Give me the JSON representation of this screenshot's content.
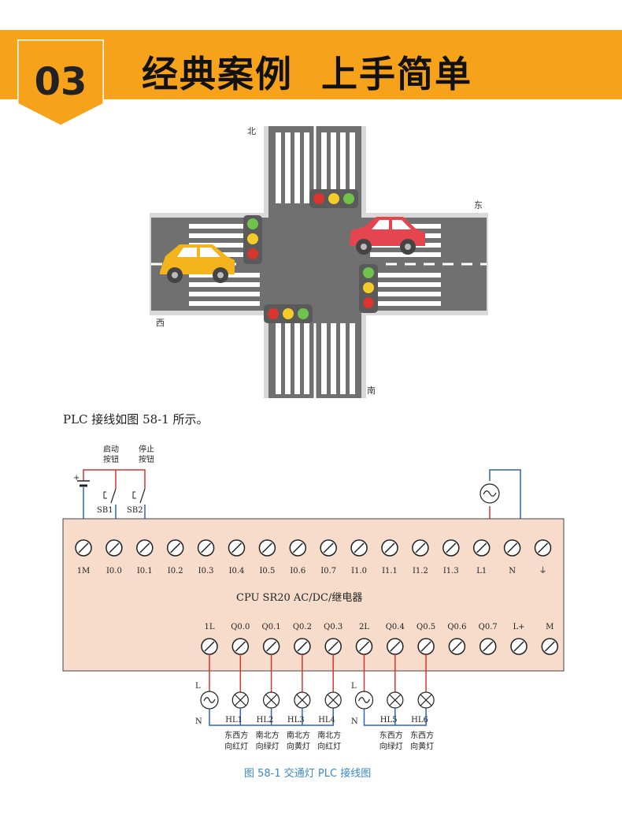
{
  "banner": {
    "number": "03",
    "title": "经典案例  上手简单",
    "accent_color": "#f6a21b"
  },
  "intersection": {
    "north": "北",
    "east": "东",
    "west": "西",
    "south": "南"
  },
  "intro_text": "PLC 接线如图 58-1 所示。",
  "switches": {
    "start_label_1": "启动",
    "start_label_2": "按钮",
    "stop_label_1": "停止",
    "stop_label_2": "按钮",
    "plus": "+",
    "sb1": "SB1",
    "sb2": "SB2"
  },
  "plc": {
    "model": "CPU  SR20  AC/DC/继电器",
    "top_terminals": [
      "1M",
      "I0.0",
      "I0.1",
      "I0.2",
      "I0.3",
      "I0.4",
      "I0.5",
      "I0.6",
      "I0.7",
      "I1.0",
      "I1.1",
      "I1.2",
      "I1.3",
      "L1",
      "N",
      "⏚"
    ],
    "bottom_terminals": [
      "1L",
      "Q0.0",
      "Q0.1",
      "Q0.2",
      "Q0.3",
      "2L",
      "Q0.4",
      "Q0.5",
      "Q0.6",
      "Q0.7",
      "L+",
      "M"
    ]
  },
  "outputs": {
    "L": "L",
    "N": "N",
    "lamps": [
      "HL1",
      "HL2",
      "HL3",
      "HL4",
      "HL5",
      "HL6"
    ],
    "lamp_desc_1": [
      "东西方",
      "南北方",
      "南北方",
      "南北方",
      "东西方",
      "东西方"
    ],
    "lamp_desc_2": [
      "向红灯",
      "向绿灯",
      "向黄灯",
      "向红灯",
      "向绿灯",
      "向黄灯"
    ]
  },
  "figure_caption": "图 58-1  交通灯 PLC 接线图",
  "colors": {
    "plc_body": "#f7dccb",
    "wire_red": "#d9352e",
    "wire_blue": "#2f64b8",
    "road": "#707070",
    "grass_edge": "#d8d8d8",
    "car_yellow": "#f4b51c",
    "car_red": "#e5454f"
  }
}
